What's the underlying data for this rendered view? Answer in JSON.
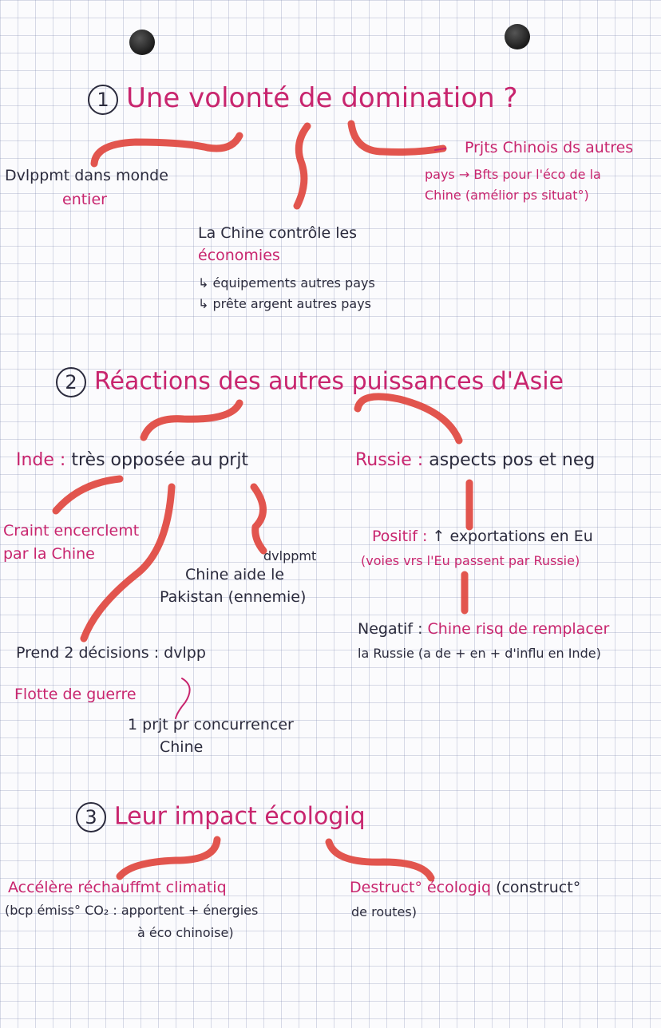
{
  "sections": [
    {
      "number": "1",
      "title": "Une volonté de domination ?",
      "left": [
        "Dvlppmt dans monde",
        "entier"
      ],
      "center": [
        "La Chine contrôle les",
        "économies",
        "↳ équipements autres pays",
        "↳ prête argent autres pays"
      ],
      "right": [
        "Prjts Chinois ds autres",
        "pays → Bfts pour l'éco de la",
        "Chine (amélior ps situat°)"
      ]
    },
    {
      "number": "2",
      "title": "Réactions des autres puissances d'Asie",
      "inde": {
        "heading": "Inde :",
        "text": "très opposée au prjt",
        "sub1": [
          "Craint encerclemt",
          "par la Chine"
        ],
        "sub2": [
          "dvlppmt",
          "Chine aide le",
          "Pakistan (ennemie)"
        ],
        "sub3": "Prend 2 décisions : dvlpp",
        "sub3a": "Flotte de guerre",
        "sub3b": [
          "1 prjt pr concurrencer",
          "Chine"
        ]
      },
      "russie": {
        "heading": "Russie :",
        "text": "aspects pos et neg",
        "pos_label": "Positif :",
        "pos_text": "↑ exportations en Eu",
        "pos_sub": "(voies vrs l'Eu passent par Russie)",
        "neg_label": "Negatif :",
        "neg_text": "Chine risq de remplacer",
        "neg_sub": "la Russie (a de + en + d'influ en Inde)"
      }
    },
    {
      "number": "3",
      "title": "Leur impact écologiq",
      "left_label": "Accélère réchauffmt climatiq",
      "left_sub": [
        "(bcp émiss° CO₂ : apportent + énergies",
        "à éco chinoise)"
      ],
      "right_label": "Destruct° écologiq",
      "right_sub": [
        "(construct°",
        "de routes)"
      ]
    }
  ]
}
